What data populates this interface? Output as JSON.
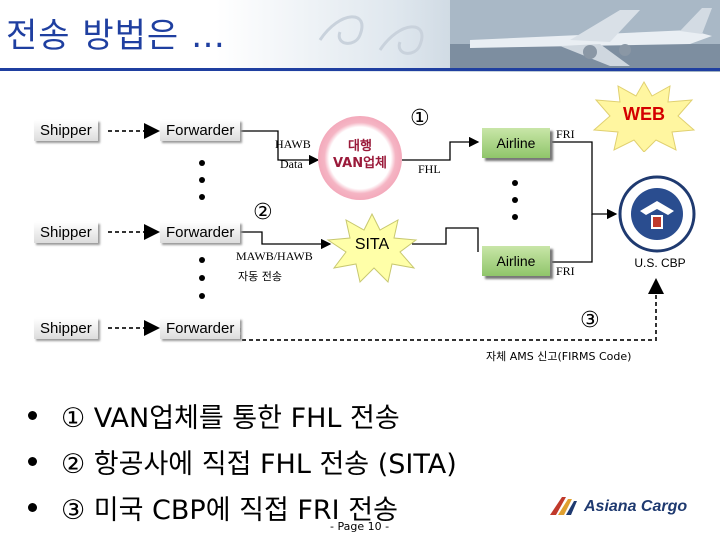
{
  "title": "전송 방법은 …",
  "nodes": {
    "shipper_1": "Shipper",
    "shipper_2": "Shipper",
    "shipper_3": "Shipper",
    "forwarder_1": "Forwarder",
    "forwarder_2": "Forwarder",
    "forwarder_3": "Forwarder",
    "van": "대행\nVAN업체",
    "sita": "SITA",
    "airline_1": "Airline",
    "airline_2": "Airline",
    "web": "WEB",
    "cbp": "U.S. CBP"
  },
  "labels": {
    "hawb_data_1": "HAWB",
    "hawb_data_2": "Data",
    "fhl": "FHL",
    "fri_1": "FRI",
    "fri_2": "FRI",
    "mawb_hawb": "MAWB/HAWB",
    "auto_send": "자동 전송",
    "self_ams": "자체 AMS 신고(FIRMS Code)"
  },
  "markers": {
    "m1": "①",
    "m2": "②",
    "m3": "③"
  },
  "bullets": [
    "① VAN업체를 통한 FHL 전송",
    "② 항공사에 직접 FHL 전송 (SITA)",
    "③ 미국 CBP에 직접 FRI 전송"
  ],
  "footer": "- Page 10 -",
  "logo": "Asiana Cargo",
  "colors": {
    "title": "#1f3fa0",
    "van_ring": "#f09ab0",
    "van_text": "#9a1a3a",
    "airline_box": "#8fc56a",
    "web_star": "#fff6a0",
    "web_text": "#d40000",
    "cbp_seal": "#1f3a70",
    "dashed": "#333333"
  },
  "icons": {
    "header_plane": "airplane-photo",
    "header_swirl": "decorative-swirl",
    "cbp_seal": "dhs-seal-icon",
    "logo_mark": "asiana-logo-icon"
  }
}
